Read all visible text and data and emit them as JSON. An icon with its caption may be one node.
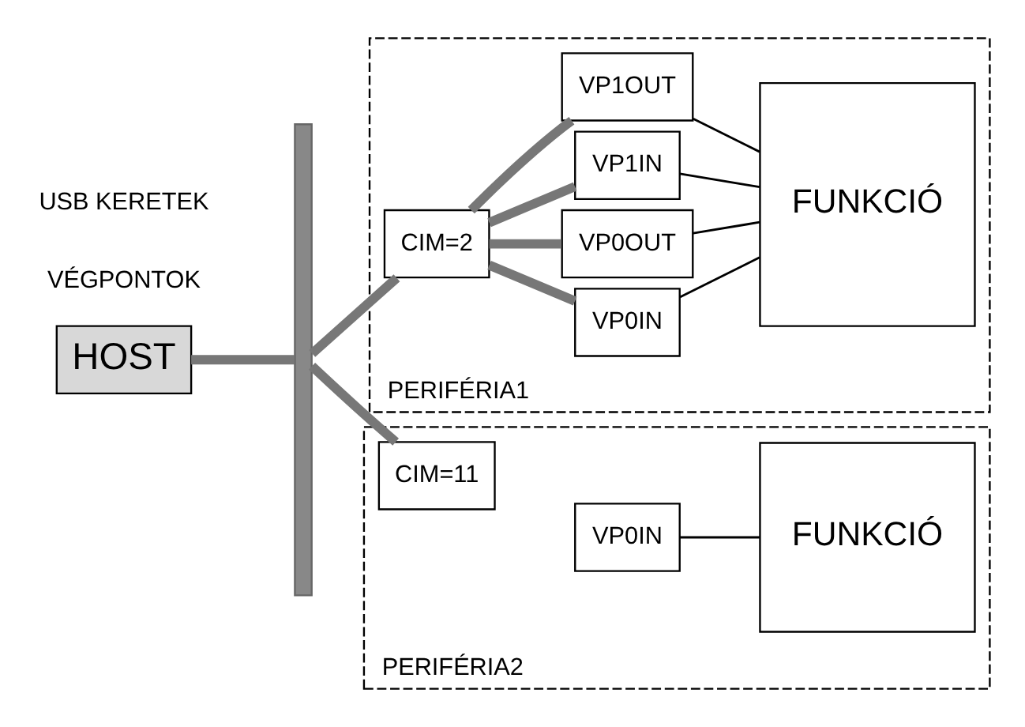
{
  "diagram": {
    "nodes": [
      {
        "text": [
          "HOST"
        ]
      },
      {
        "text": [],
        "shape": "bar"
      },
      {
        "text": [
          "PERIFÉRIA1"
        ]
      },
      {
        "text": [
          "CIM=2"
        ],
        "in": 2
      },
      {
        "text": [
          "VP0IN"
        ],
        "in": 2
      },
      {
        "text": [
          "VP0OUT"
        ],
        "in": 2
      },
      {
        "text": [
          "VP1IN"
        ],
        "in": 2
      },
      {
        "text": [
          "VP1OUT"
        ],
        "in": 2
      },
      {
        "text": [
          "FUNKCIÓ"
        ],
        "in": 2
      },
      {
        "text": [
          "PERIFÉRIA2"
        ]
      },
      {
        "text": [
          "CIM=11"
        ],
        "in": 9
      },
      {
        "text": [
          "VP0IN"
        ],
        "in": 9
      },
      {
        "text": [
          "FUNKCIÓ"
        ],
        "in": 9
      }
    ],
    "edges": [
      {
        "from": 0,
        "to": 1,
        "arrow": "none"
      },
      {
        "from": 1,
        "to": 3,
        "arrow": "none"
      },
      {
        "from": 1,
        "to": 10,
        "arrow": "none"
      },
      {
        "from": 3,
        "to": 4,
        "arrow": "none"
      },
      {
        "from": 3,
        "to": 5,
        "arrow": "none"
      },
      {
        "from": 3,
        "to": 6,
        "arrow": "none"
      },
      {
        "from": 3,
        "to": 7,
        "arrow": "none"
      },
      {
        "from": 4,
        "to": 8,
        "arrow": "none",
        "color": "#000000"
      },
      {
        "from": 5,
        "to": 8,
        "arrow": "none",
        "color": "#000000"
      },
      {
        "from": 6,
        "to": 8,
        "arrow": "none",
        "color": "#000000"
      },
      {
        "from": 7,
        "to": 8,
        "arrow": "none",
        "color": "#000000"
      },
      {
        "from": 11,
        "to": 12,
        "arrow": "none",
        "color": "#000000"
      }
    ],
    "labels": [
      "VÉGPONTOK",
      "USB KERETEK"
    ]
  }
}
